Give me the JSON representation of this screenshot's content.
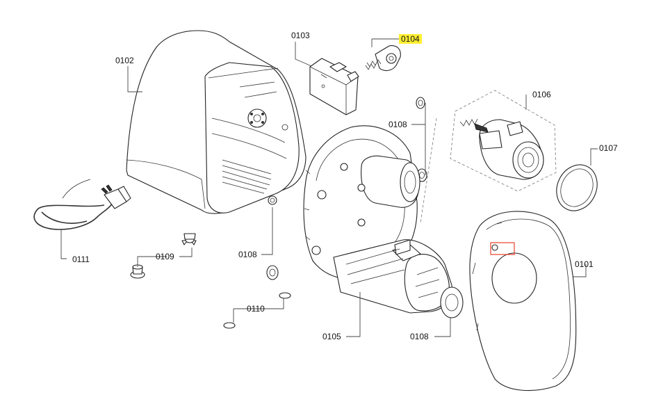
{
  "highlight_color": "#ffef33",
  "marker_color": "#e8402a",
  "callouts": {
    "c0101": "0101",
    "c0102": "0102",
    "c0103": "0103",
    "c0104": "0104",
    "c0105": "0105",
    "c0106": "0106",
    "c0107": "0107",
    "c0108_top": "0108",
    "c0108_left": "0108",
    "c0108_bottom": "0108",
    "c0109": "0109",
    "c0110": "0110",
    "c0111": "0111"
  }
}
